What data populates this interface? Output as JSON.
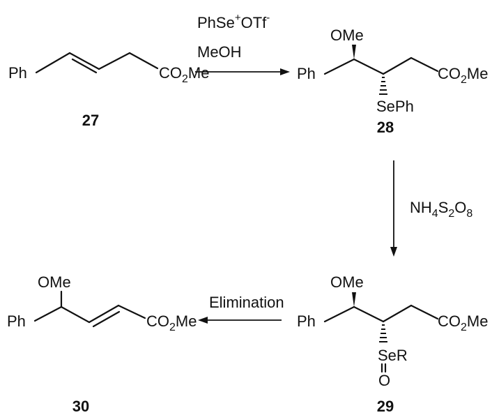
{
  "reagents": {
    "step1_line1_main": "PhSe",
    "step1_line1_sup": "+",
    "step1_line1_anion": "OTf",
    "step1_line1_anion_sup": "-",
    "step1_line2": "MeOH",
    "step2_prefix": "NH",
    "step2_sub1": "4",
    "step2_mid1": "S",
    "step2_sub2": "2",
    "step2_mid2": "O",
    "step2_sub3": "8",
    "step3": "Elimination"
  },
  "compounds": [
    {
      "id": "27",
      "ph": "Ph",
      "ester_pre": "CO",
      "ester_sub": "2",
      "ester_post": "Me"
    },
    {
      "id": "28",
      "ph": "Ph",
      "ome": "OMe",
      "se": "SePh",
      "ester_pre": "CO",
      "ester_sub": "2",
      "ester_post": "Me"
    },
    {
      "id": "29",
      "ph": "Ph",
      "ome": "OMe",
      "se": "SeR",
      "oxide": "O",
      "ester_pre": "CO",
      "ester_sub": "2",
      "ester_post": "Me"
    },
    {
      "id": "30",
      "ph": "Ph",
      "ome": "OMe",
      "ester_pre": "CO",
      "ester_sub": "2",
      "ester_post": "Me"
    }
  ]
}
